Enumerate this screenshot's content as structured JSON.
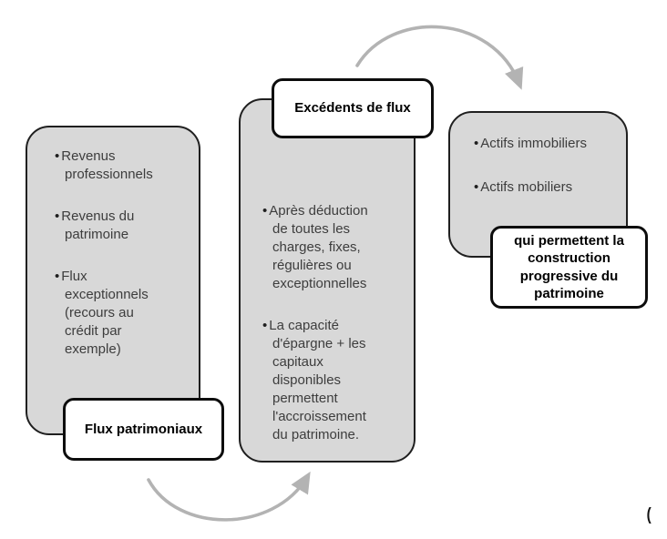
{
  "diagram": {
    "stages": [
      {
        "label": "Flux patrimoniaux",
        "items": [
          "Revenus professionnels",
          "Revenus du patrimoine",
          "Flux exceptionnels (recours au crédit par exemple)"
        ]
      },
      {
        "label": "Excédents de flux",
        "items": [
          "Après déduction de toutes les charges, fixes, régulières ou exceptionnelles",
          "La capacité d'épargne + les capitaux disponibles permettent l'accroissement du patrimoine."
        ]
      },
      {
        "label": "qui permettent la construction progressive du patrimoine",
        "items": [
          "Actifs immobiliers",
          "Actifs mobiliers"
        ]
      }
    ]
  },
  "glyphs": {
    "bullet": "•",
    "stray_mark": "("
  },
  "colors": {
    "background": "#ffffff",
    "stage_fill": "#d8d8d8",
    "stage_border": "#1f1f1f",
    "label_fill": "#ffffff",
    "label_border": "#0d0d0d",
    "body_text": "#3d3d3d",
    "label_text": "#000000",
    "arrow": "#b3b3b3"
  }
}
